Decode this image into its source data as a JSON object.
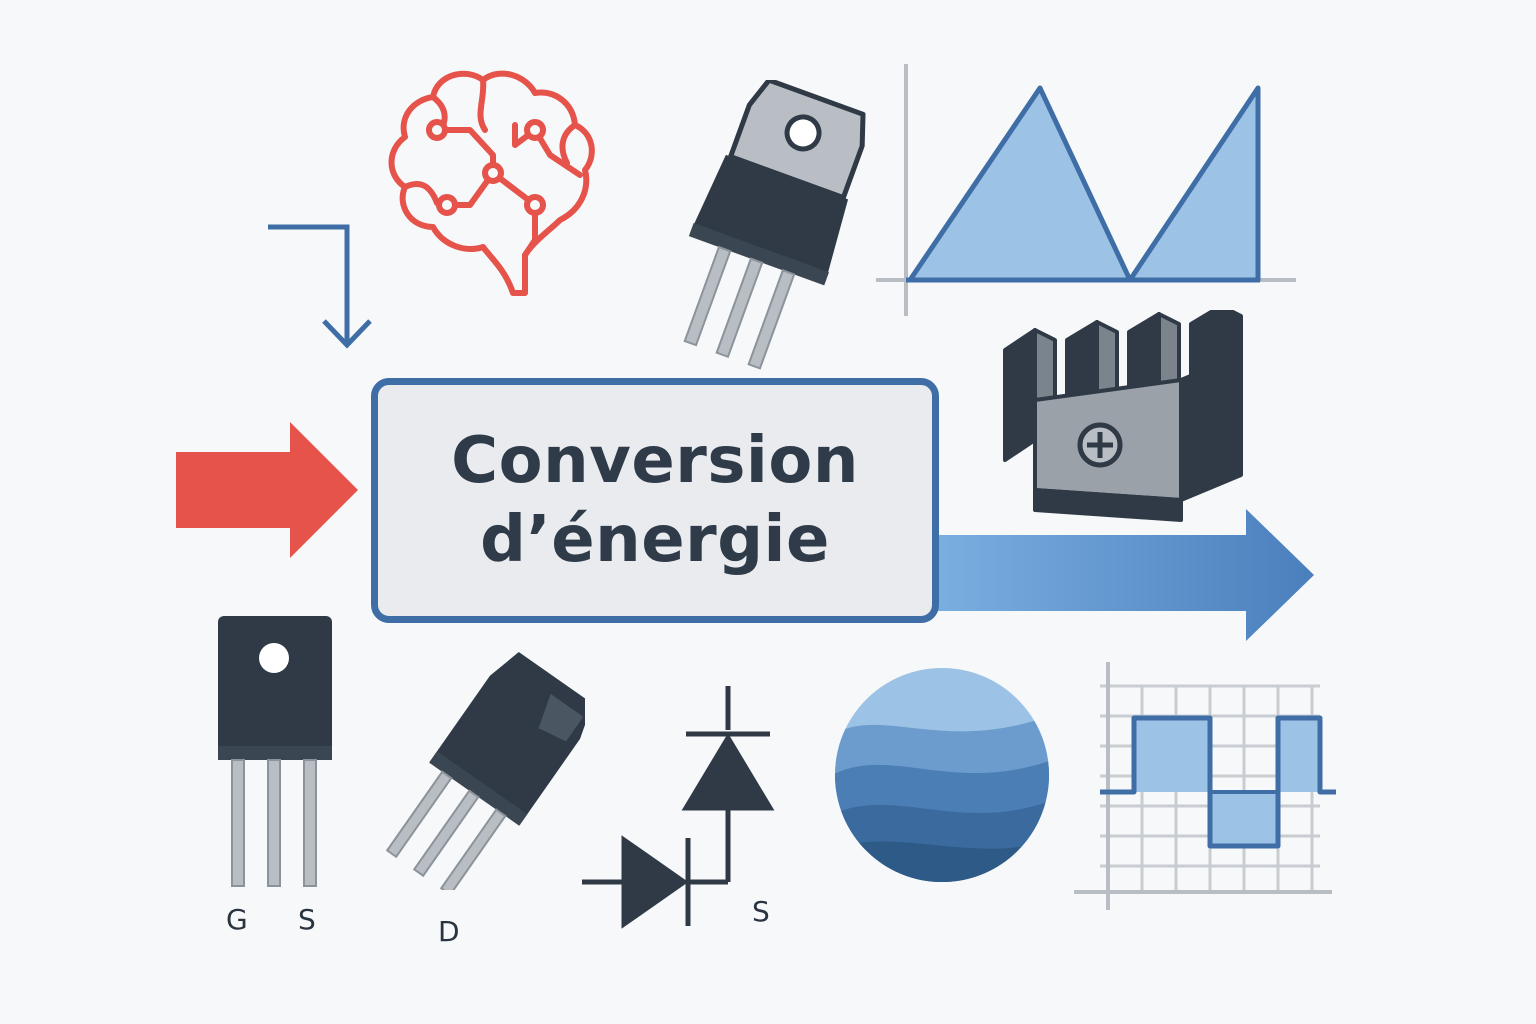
{
  "title": {
    "line1": "Conversion",
    "line2": "d’énergie"
  },
  "pin_labels": {
    "transistor_g": "G",
    "transistor_s": "S",
    "angled_d": "D",
    "diode_s": "S"
  },
  "colors": {
    "red_accent": "#e5534b",
    "blue_dark": "#3f6ea7",
    "blue_light": "#9cc3e6",
    "component_dark": "#2f3a46",
    "metal": "#b9bec4"
  },
  "icons": [
    "brain-circuit-icon",
    "to220-transistor-icon",
    "triangle-waveform-icon",
    "heatsink-icon",
    "input-arrow-icon",
    "output-arrow-icon",
    "step-arrow-icon",
    "mosfet-icon",
    "angled-transistor-icon",
    "diode-schematic-icon",
    "globe-waves-icon",
    "square-waveform-icon"
  ]
}
